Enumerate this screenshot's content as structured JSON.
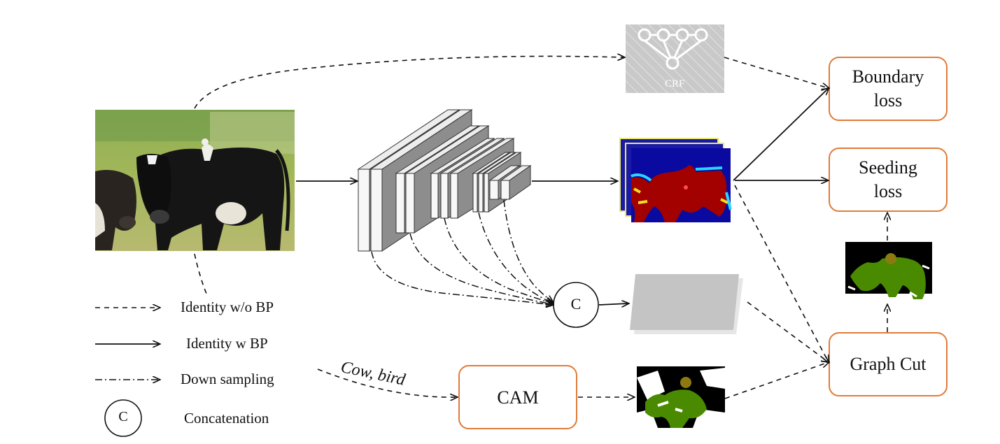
{
  "boxes": {
    "boundary": "Boundary\nloss",
    "seeding": "Seeding\nloss",
    "graph_cut": "Graph Cut",
    "cam": "CAM"
  },
  "crf_label": "CRF",
  "concat_symbol": "C",
  "class_words": "Cow, bird",
  "legend": {
    "identity_no_bp": "Identity w/o BP",
    "identity_bp": "Identity w BP",
    "down_sampling": "Down sampling",
    "concatenation": "Concatenation",
    "concat_symbol": "C"
  },
  "colors": {
    "box_border": "#E07B39",
    "crf_gray": "#c8c8c8",
    "heatmap_red": "#a30000",
    "heatmap_blue": "#0000a0",
    "seg_green": "#4a8a00",
    "seg_olive": "#8c7a10"
  }
}
